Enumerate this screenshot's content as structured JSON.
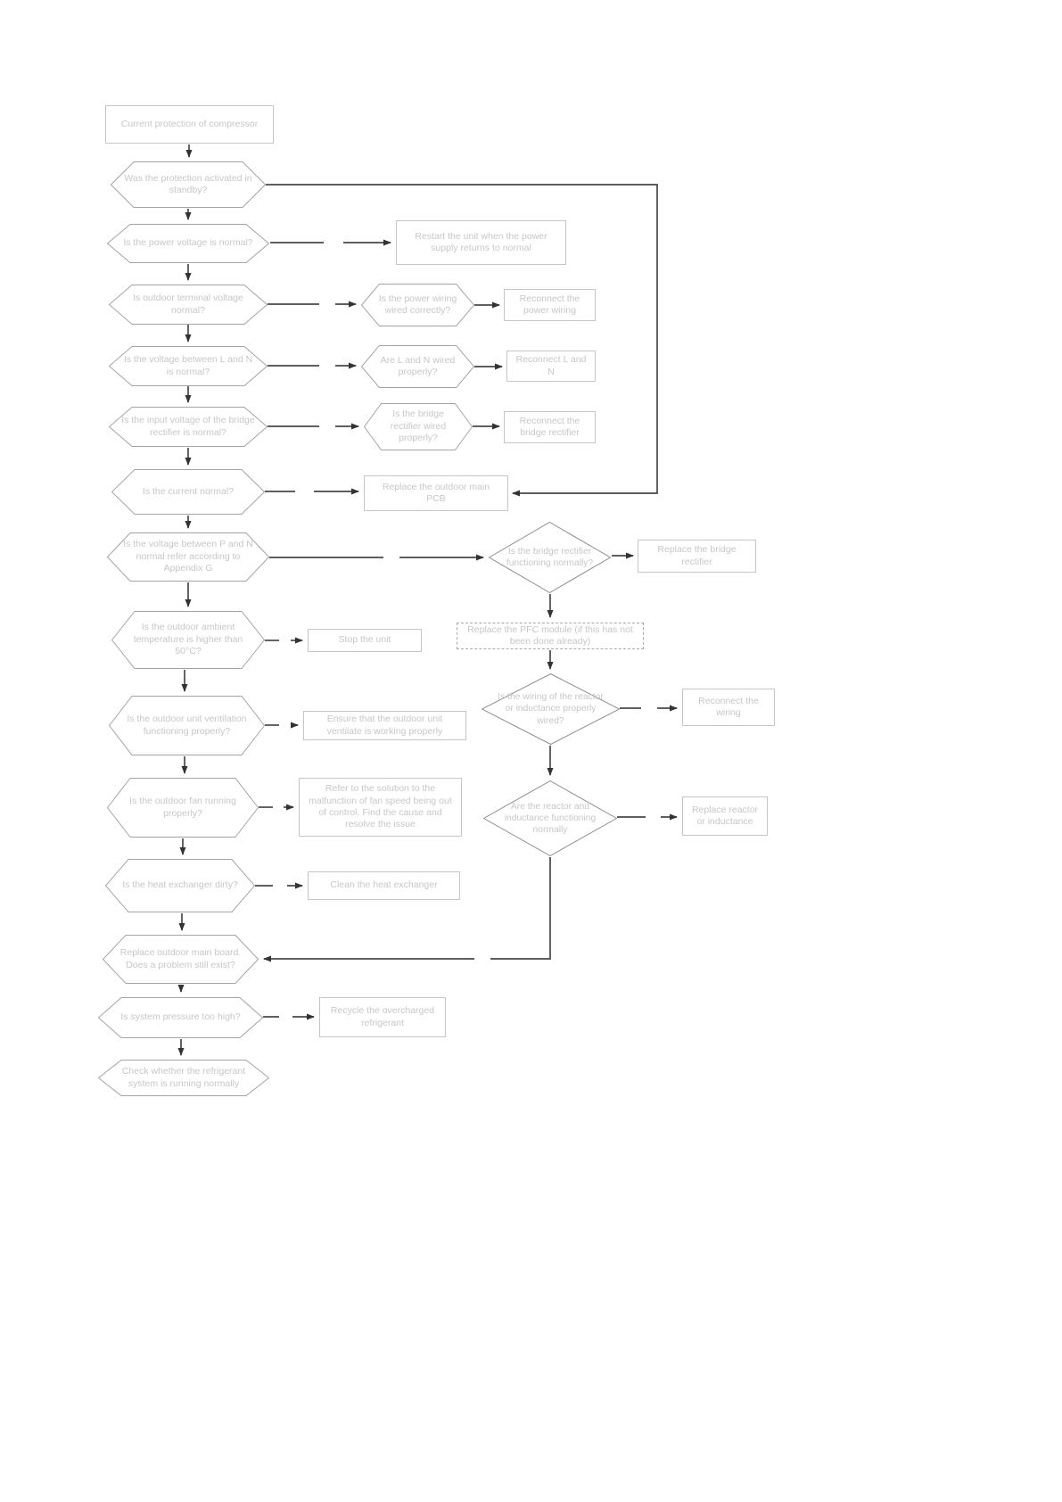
{
  "colors": {
    "node_text": "#c7c7c7",
    "box_border": "#c6c6c6",
    "hex_border": "#a4a4a4",
    "diamond_border": "#8c8c8c",
    "dash_border": "#a9a9a9",
    "connector": "#484848",
    "arrowhead": "#333333"
  },
  "nodes": {
    "start": "Current protection of compressor",
    "standby": "Was the protection activated in standby?",
    "power_voltage": "Is the power voltage is normal?",
    "restart_unit": "Restart the unit when the power supply returns to normal",
    "terminal_voltage": "Is outdoor terminal voltage normal?",
    "power_wiring": "Is the power wiring wired correctly?",
    "reconnect_power_wiring": "Reconnect the power wiring",
    "ln_voltage": "Is the voltage between L and N is normal?",
    "ln_wired": "Are L and N wired properly?",
    "reconnect_ln": "Reconnect L and N",
    "bridge_input_voltage": "Is the input voltage of the bridge rectifier is normal?",
    "bridge_wired": "Is the bridge rectifier wired properly?",
    "reconnect_bridge": "Reconnect the bridge rectifier",
    "current_normal": "Is the current normal?",
    "replace_pcb": "Replace the outdoor main PCB",
    "pn_voltage": "Is the voltage between P and N normal refer according to Appendix G",
    "bridge_functioning": "Is the bridge rectifier functioning normally?",
    "replace_bridge": "Replace the bridge rectifier",
    "replace_pfc": "Replace the PFC module (if this has not been done already)",
    "ambient_temp": "Is the outdoor ambient temperature is higher than 50°C?",
    "stop_unit": "Stop the unit",
    "ventilation": "Is the outdoor unit ventilation functioning properly?",
    "ensure_ventilate": "Ensure that the outdoor unit ventilate is working properly",
    "reactor_wiring": "Is the wiring of the reactor or inductance properly wired?",
    "reconnect_wiring": "Reconnect the wiring",
    "fan_running": "Is the outdoor fan running properly?",
    "fan_speed_solution": "Refer to the solution to the malfunction of fan speed being out of control. Find the cause and resolve the issue",
    "reactor_functioning": "Are the reactor and inductance functioning normally",
    "replace_reactor": "Replace reactor or inductance",
    "heat_exchanger": "Is the heat exchanger dirty?",
    "clean_heat_exchanger": "Clean the heat exchanger",
    "replace_main_board": "Replace outdoor main board. Does a problem still exist?",
    "system_pressure": "Is system pressure too high?",
    "recycle_refrigerant": "Recycle the overcharged refrigerant",
    "check_refrigerant": "Check whether the refrigerant system is running normally"
  }
}
